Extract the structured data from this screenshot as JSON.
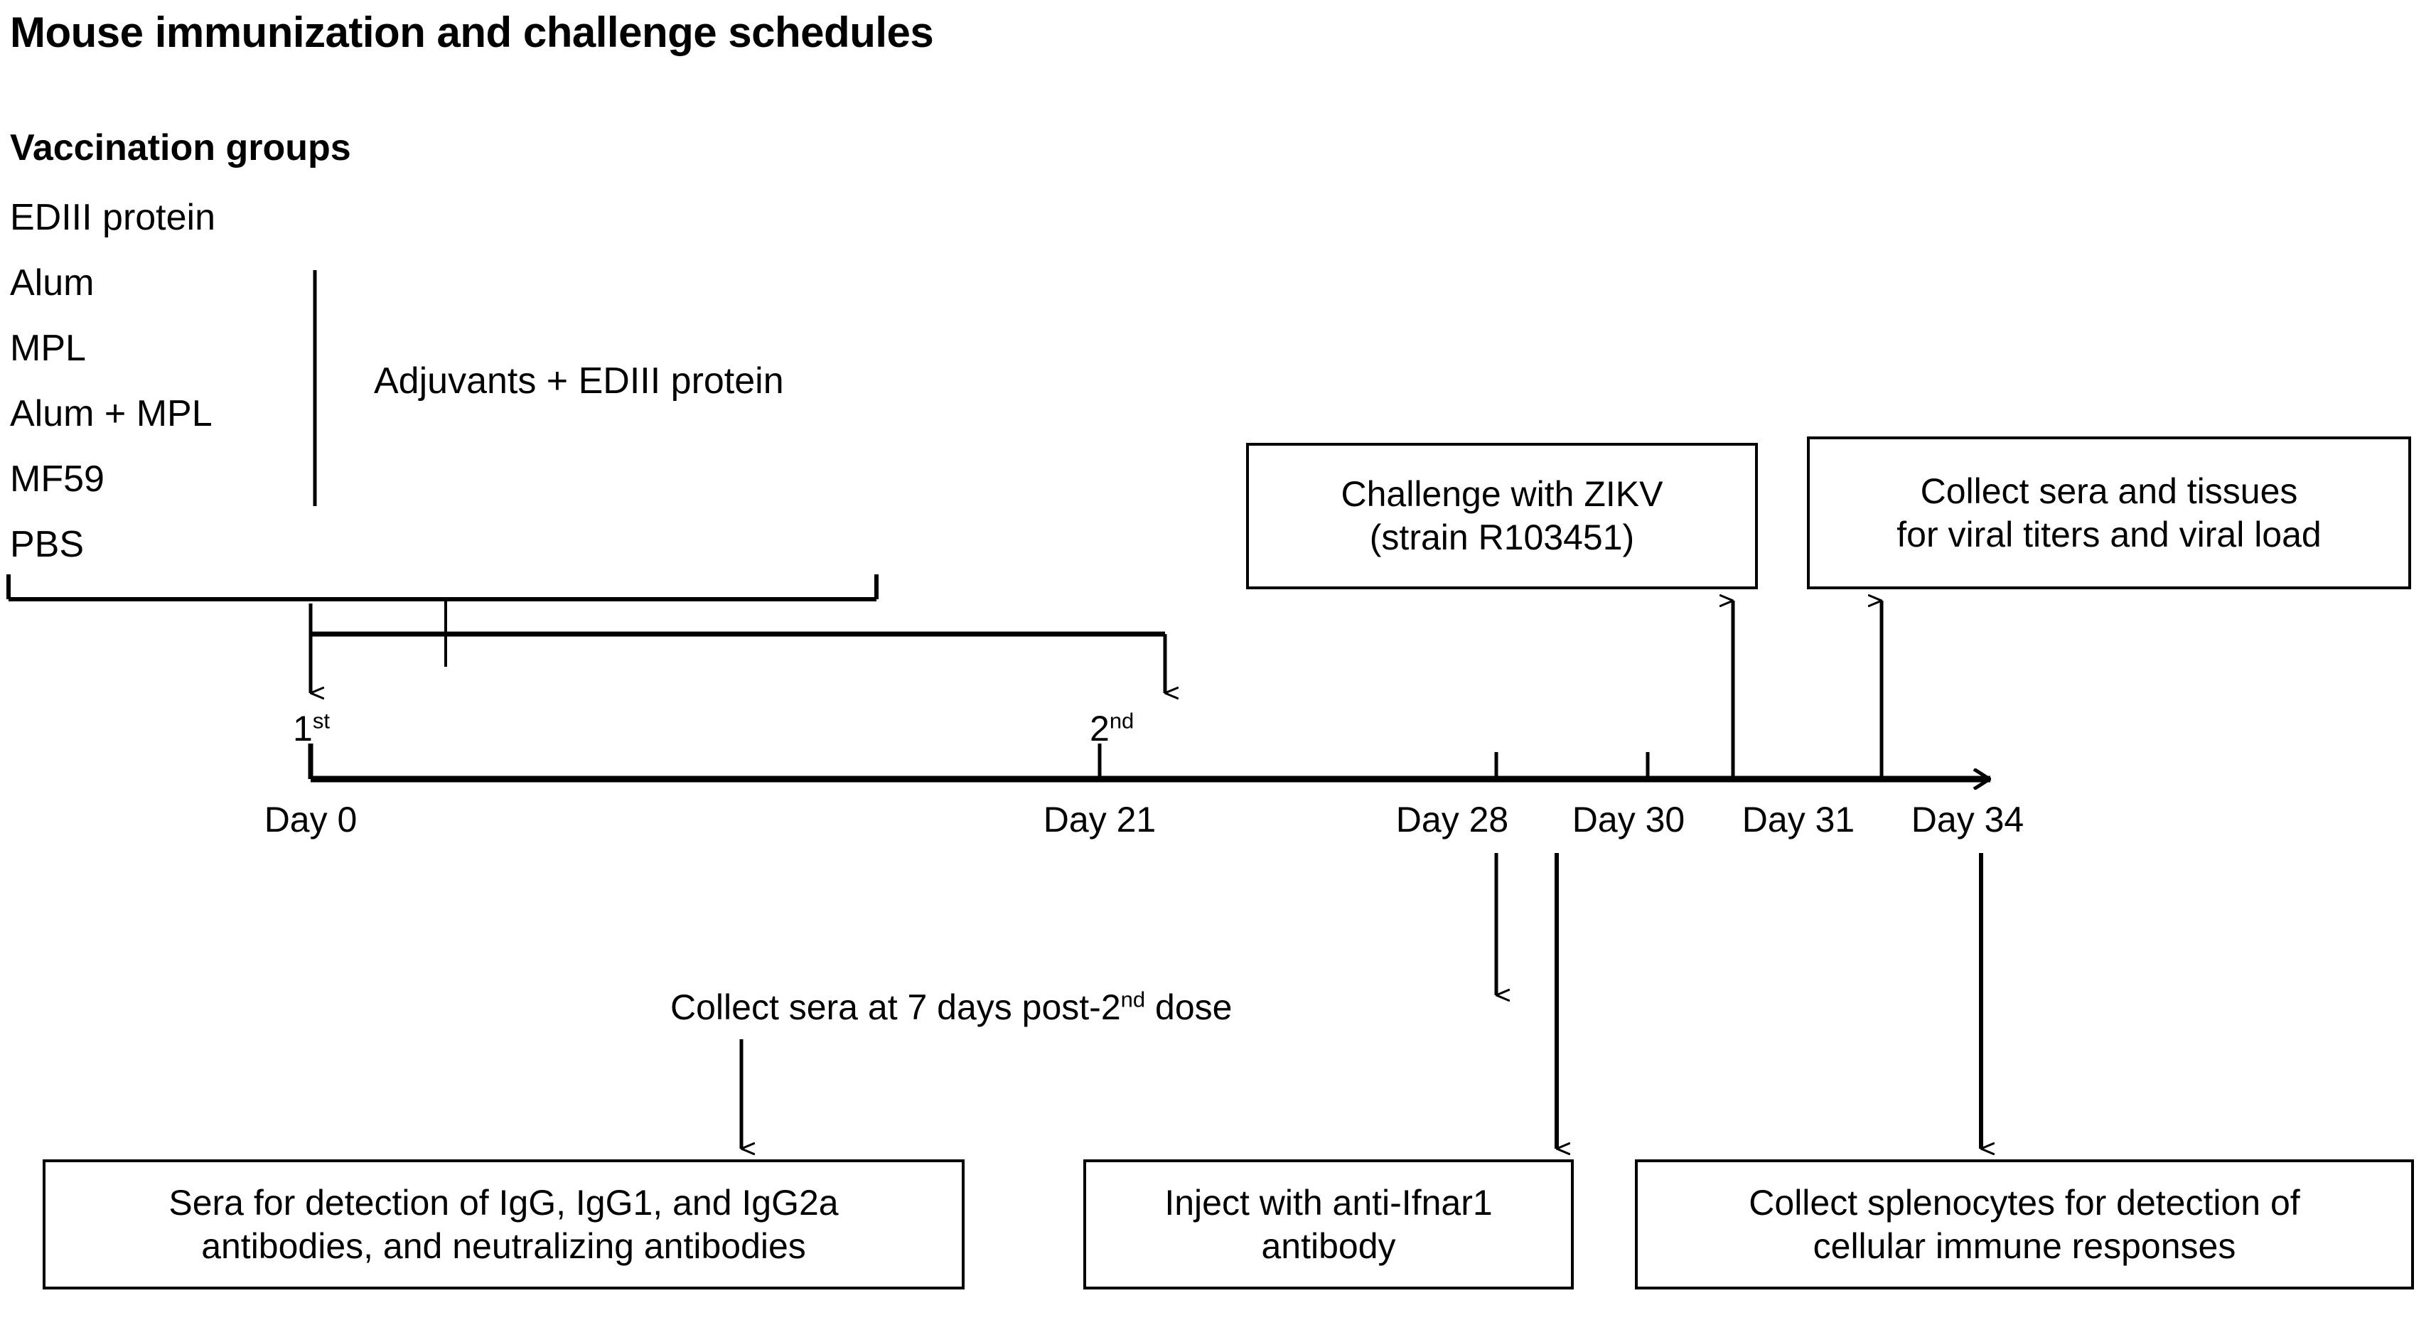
{
  "header": {
    "title": "Mouse immunization and challenge schedules",
    "section_title": "Vaccination groups"
  },
  "vaccination_groups": {
    "items": [
      "EDIII protein",
      "Alum",
      "MPL",
      "Alum + MPL",
      "MF59",
      "PBS"
    ],
    "bracket_label": "Adjuvants + EDIII protein"
  },
  "timeline": {
    "doses": [
      {
        "ordinal": "1",
        "suffix": "st",
        "day_label": "Day 0"
      },
      {
        "ordinal": "2",
        "suffix": "nd",
        "day_label": "Day 21"
      }
    ],
    "ticks": [
      {
        "label": "Day 0"
      },
      {
        "label": "Day 21"
      },
      {
        "label": "Day 28"
      },
      {
        "label": "Day 30"
      },
      {
        "label": "Day 31"
      },
      {
        "label": "Day 34"
      }
    ]
  },
  "annotations": {
    "collect_sera_prefix": "Collect sera at 7 days post-2",
    "collect_sera_sup": "nd",
    "collect_sera_suffix": " dose"
  },
  "boxes": {
    "challenge": {
      "line1": "Challenge with ZIKV",
      "line2": "(strain R103451)"
    },
    "collect_sera_tissues": {
      "line1": "Collect sera and tissues",
      "line2": "for viral titers and viral load"
    },
    "sera_detection": {
      "line1": "Sera for detection of IgG, IgG1, and IgG2a",
      "line2": "antibodies, and neutralizing antibodies"
    },
    "inject_ifnar": {
      "line1": "Inject with anti-Ifnar1",
      "line2": "antibody"
    },
    "splenocytes": {
      "line1": "Collect splenocytes for detection of",
      "line2": "cellular immune responses"
    }
  },
  "colors": {
    "ink": "#000000",
    "paper": "#ffffff"
  }
}
